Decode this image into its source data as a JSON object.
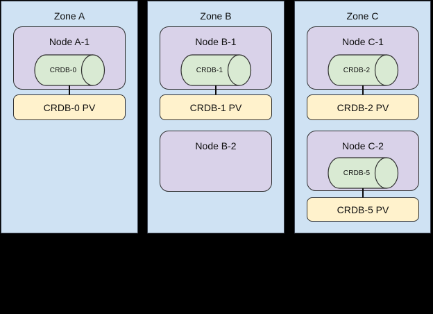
{
  "colors": {
    "background": "#000000",
    "zone_fill": "#cfe2f3",
    "node_fill": "#d9d2e9",
    "database_fill": "#d9ead3",
    "pv_fill": "#fff2cc",
    "shape_border": "#2e2e2e"
  },
  "zones": [
    {
      "label": "Zone A",
      "nodes": [
        {
          "label": "Node A-1",
          "db": "CRDB-0",
          "pv": "CRDB-0 PV"
        }
      ]
    },
    {
      "label": "Zone B",
      "nodes": [
        {
          "label": "Node B-1",
          "db": "CRDB-1",
          "pv": "CRDB-1 PV"
        },
        {
          "label": "Node B-2"
        }
      ]
    },
    {
      "label": "Zone C",
      "nodes": [
        {
          "label": "Node C-1",
          "db": "CRDB-2",
          "pv": "CRDB-2 PV"
        },
        {
          "label": "Node C-2",
          "db": "CRDB-5",
          "pv": "CRDB-5 PV"
        }
      ]
    }
  ]
}
